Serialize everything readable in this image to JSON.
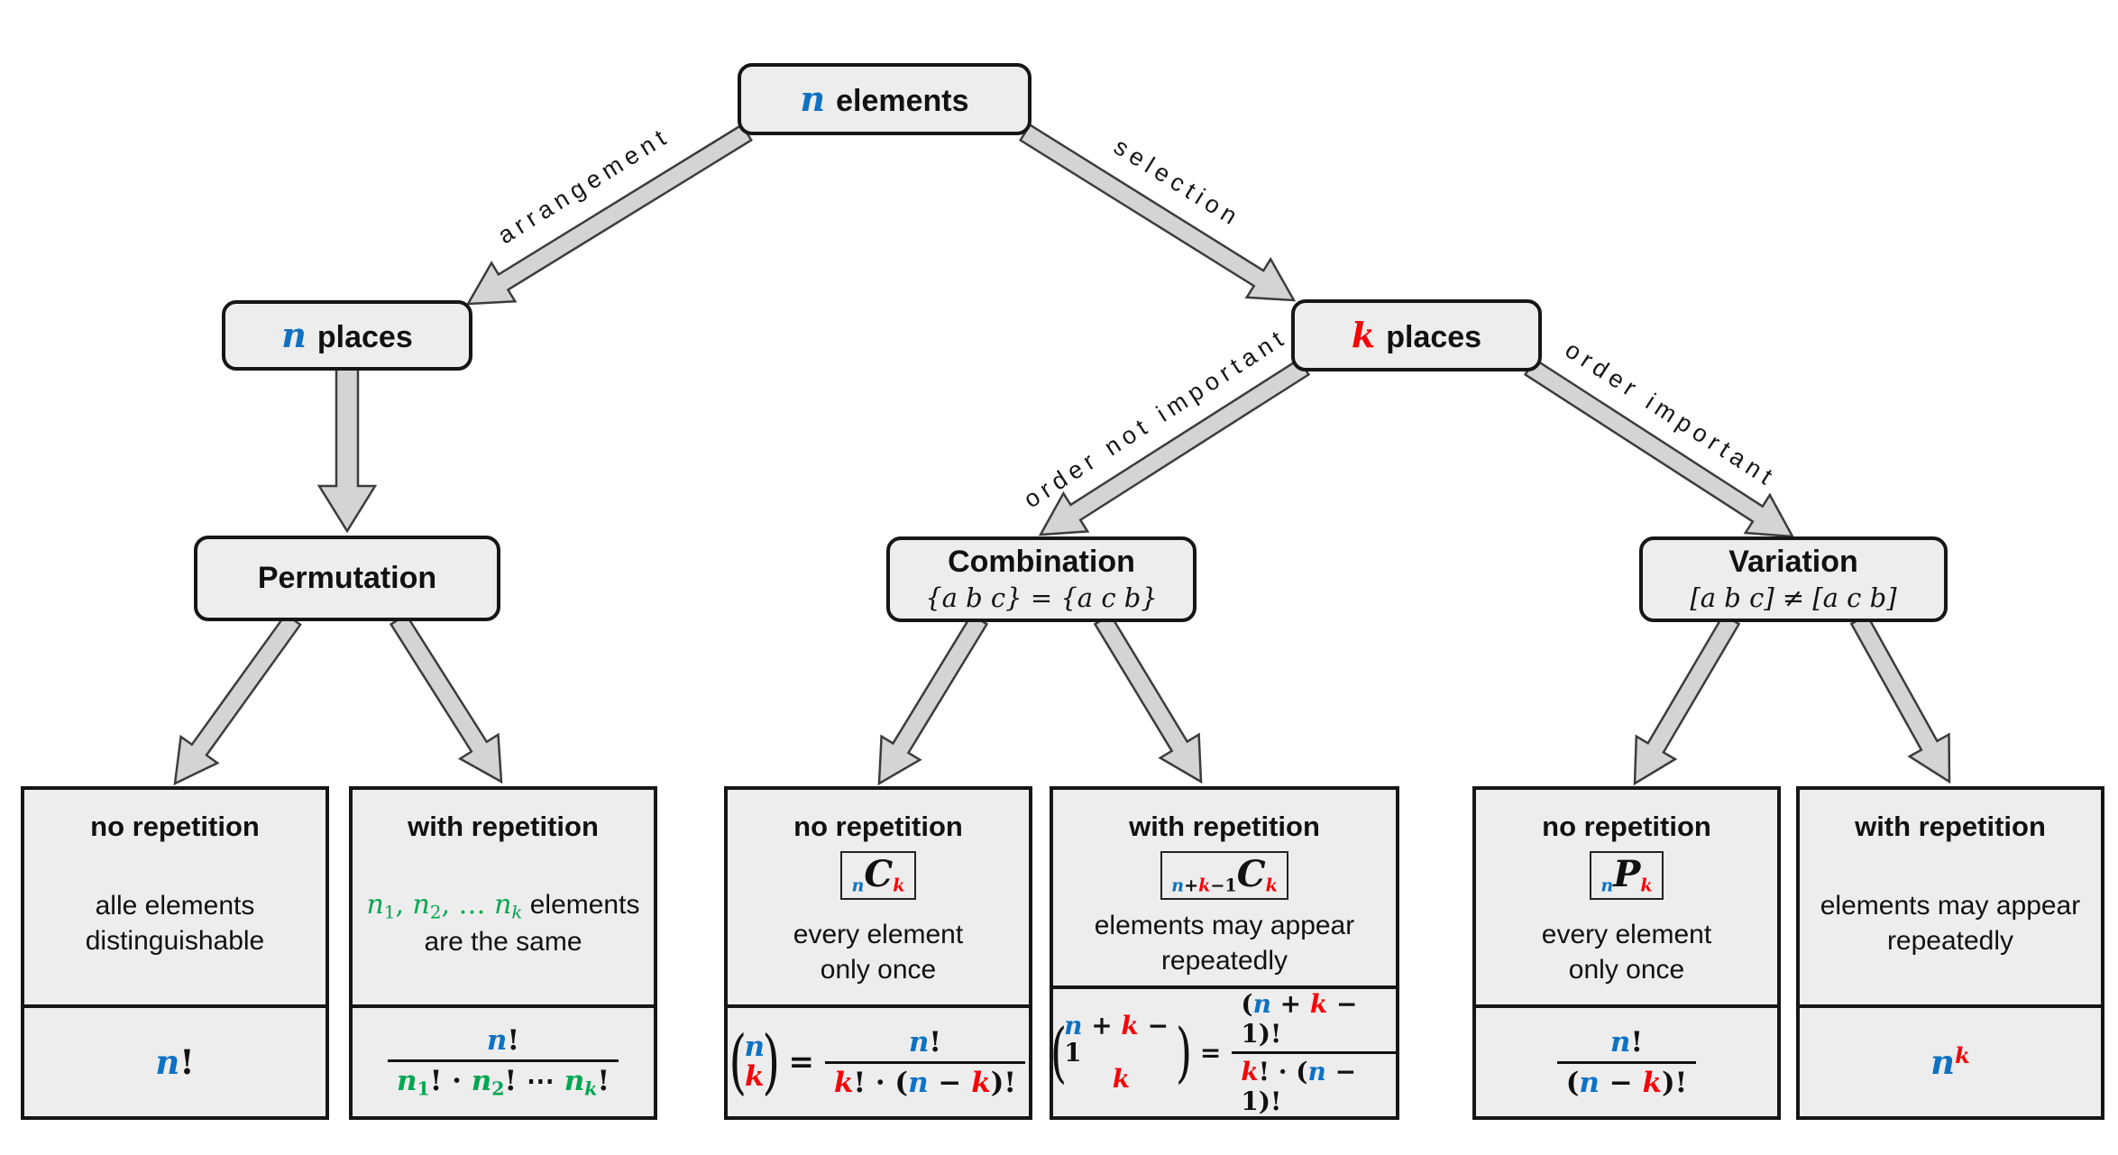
{
  "colors": {
    "blue": "#0d72c4",
    "red": "#f80306",
    "green": "#00a651",
    "box_fill": "#ededed",
    "box_border": "#161616",
    "arrow_fill": "#d4d4d4",
    "arrow_stroke": "#3c3c3c"
  },
  "nodes": {
    "root": {
      "var": "n",
      "label": "elements"
    },
    "n_places": {
      "var": "n",
      "label": "places"
    },
    "k_places": {
      "var": "k",
      "label": "places"
    },
    "permutation": {
      "title": "Permutation"
    },
    "combination": {
      "title": "Combination",
      "subtitle": "{a b c} = {a c b}"
    },
    "variation": {
      "title": "Variation",
      "subtitle": "[a b c] ≠ [a c b]"
    }
  },
  "edges": {
    "arrangement": "arrangement",
    "selection": "selection",
    "order_not_important": "order not important",
    "order_important": "order important"
  },
  "leaves": [
    {
      "title": "no repetition",
      "desc1": "alle elements",
      "desc2": "distinguishable",
      "formula": {
        "kind": "inline",
        "tokens": [
          {
            "t": "n",
            "c": "b",
            "v": true
          },
          {
            "t": "!"
          }
        ]
      }
    },
    {
      "title": "with repetition",
      "desc_tokens": [
        {
          "t": "n",
          "c": "g",
          "v": true
        },
        {
          "t": "1",
          "c": "g",
          "s": "sub"
        },
        {
          "t": ", ",
          "c": "g"
        },
        {
          "t": "n",
          "c": "g",
          "v": true
        },
        {
          "t": "2",
          "c": "g",
          "s": "sub"
        },
        {
          "t": ", … ",
          "c": "g"
        },
        {
          "t": "n",
          "c": "g",
          "v": true
        },
        {
          "t": "k",
          "c": "g",
          "v": true,
          "s": "sub"
        },
        {
          "t": " elements",
          "f": "sans"
        }
      ],
      "desc2": "are the same",
      "formula": {
        "kind": "frac",
        "num": [
          {
            "t": "n",
            "c": "b",
            "v": true
          },
          {
            "t": "!"
          }
        ],
        "den": [
          {
            "t": "n",
            "c": "g",
            "v": true
          },
          {
            "t": "1",
            "c": "g",
            "s": "sub"
          },
          {
            "t": "! · "
          },
          {
            "t": "n",
            "c": "g",
            "v": true
          },
          {
            "t": "2",
            "c": "g",
            "s": "sub"
          },
          {
            "t": "! ⋯ "
          },
          {
            "t": "n",
            "c": "g",
            "v": true
          },
          {
            "t": "k",
            "c": "g",
            "v": true,
            "s": "sub"
          },
          {
            "t": "!"
          }
        ]
      }
    },
    {
      "title": "no repetition",
      "notation": [
        {
          "t": "n",
          "c": "b",
          "v": true,
          "s": "sub"
        },
        {
          "t": "C",
          "v": true,
          "z": "big"
        },
        {
          "t": "k",
          "c": "r",
          "v": true,
          "s": "sub"
        }
      ],
      "desc1": "every element",
      "desc2": "only once",
      "formula": {
        "kind": "binom",
        "top": [
          {
            "t": "n",
            "c": "b",
            "v": true
          }
        ],
        "bottom": [
          {
            "t": "k",
            "c": "r",
            "v": true
          }
        ],
        "num": [
          {
            "t": "n",
            "c": "b",
            "v": true
          },
          {
            "t": "!"
          }
        ],
        "den": [
          {
            "t": "k",
            "c": "r",
            "v": true
          },
          {
            "t": "! · ("
          },
          {
            "t": "n",
            "c": "b",
            "v": true
          },
          {
            "t": " − "
          },
          {
            "t": "k",
            "c": "r",
            "v": true
          },
          {
            "t": ")!"
          }
        ]
      }
    },
    {
      "title": "with repetition",
      "notation": [
        {
          "t": "n",
          "c": "b",
          "v": true,
          "s": "sub"
        },
        {
          "t": "+",
          "s": "sub"
        },
        {
          "t": "k",
          "c": "r",
          "v": true,
          "s": "sub"
        },
        {
          "t": "−1",
          "s": "sub"
        },
        {
          "t": "C",
          "v": true,
          "z": "big"
        },
        {
          "t": "k",
          "c": "r",
          "v": true,
          "s": "sub"
        }
      ],
      "desc1": "elements may appear",
      "desc2": "repeatedly",
      "formula": {
        "kind": "binom",
        "top": [
          {
            "t": "n",
            "c": "b",
            "v": true
          },
          {
            "t": " + "
          },
          {
            "t": "k",
            "c": "r",
            "v": true
          },
          {
            "t": " − 1"
          }
        ],
        "bottom": [
          {
            "t": "k",
            "c": "r",
            "v": true
          }
        ],
        "num": [
          {
            "t": "("
          },
          {
            "t": "n",
            "c": "b",
            "v": true
          },
          {
            "t": " + "
          },
          {
            "t": "k",
            "c": "r",
            "v": true
          },
          {
            "t": " − 1)!"
          }
        ],
        "den": [
          {
            "t": "k",
            "c": "r",
            "v": true
          },
          {
            "t": "! · ("
          },
          {
            "t": "n",
            "c": "b",
            "v": true
          },
          {
            "t": " − 1)!"
          }
        ]
      }
    },
    {
      "title": "no repetition",
      "notation": [
        {
          "t": "n",
          "c": "b",
          "v": true,
          "s": "sub"
        },
        {
          "t": "P",
          "v": true,
          "z": "big"
        },
        {
          "t": "k",
          "c": "r",
          "v": true,
          "s": "sub"
        }
      ],
      "desc1": "every element",
      "desc2": "only once",
      "formula": {
        "kind": "frac",
        "num": [
          {
            "t": "n",
            "c": "b",
            "v": true
          },
          {
            "t": "!"
          }
        ],
        "den": [
          {
            "t": "("
          },
          {
            "t": "n",
            "c": "b",
            "v": true
          },
          {
            "t": " − "
          },
          {
            "t": "k",
            "c": "r",
            "v": true
          },
          {
            "t": ")!"
          }
        ]
      }
    },
    {
      "title": "with repetition",
      "desc1": "elements may appear",
      "desc2": "repeatedly",
      "formula": {
        "kind": "inline",
        "tokens": [
          {
            "t": "n",
            "c": "b",
            "v": true
          },
          {
            "t": "k",
            "c": "r",
            "v": true,
            "s": "sup"
          }
        ]
      }
    }
  ]
}
